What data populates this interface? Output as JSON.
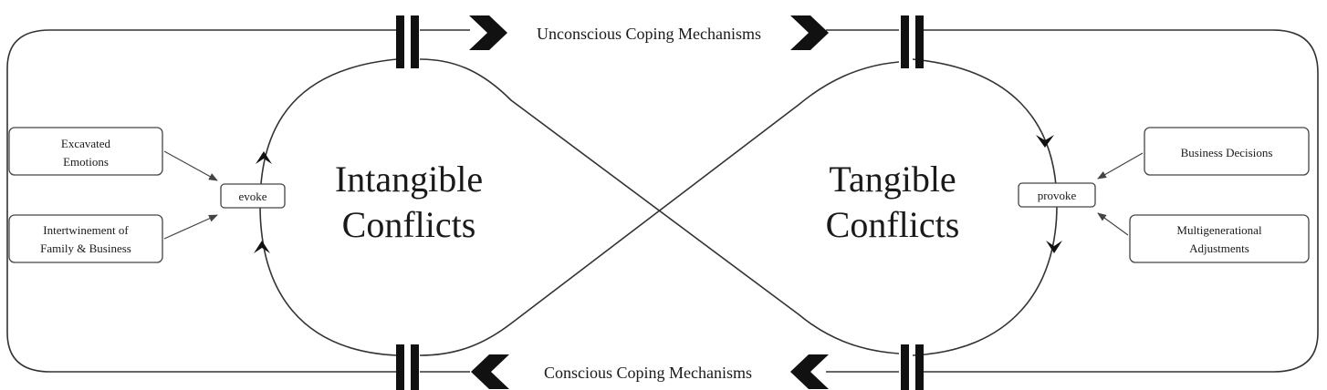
{
  "top_band_label": "Unconscious Coping Mechanisms",
  "bottom_band_label": "Conscious Coping Mechanisms",
  "left_loop": {
    "title_line1": "Intangible",
    "title_line2": "Conflicts",
    "connector": "evoke",
    "inputs": [
      {
        "line1": "Excavated",
        "line2": "Emotions"
      },
      {
        "line1": "Intertwinement of",
        "line2": "Family & Business"
      }
    ]
  },
  "right_loop": {
    "title_line1": "Tangible",
    "title_line2": "Conflicts",
    "connector": "provoke",
    "inputs": [
      {
        "line1": "Business Decisions",
        "line2": ""
      },
      {
        "line1": "Multigenerational",
        "line2": "Adjustments"
      }
    ]
  }
}
